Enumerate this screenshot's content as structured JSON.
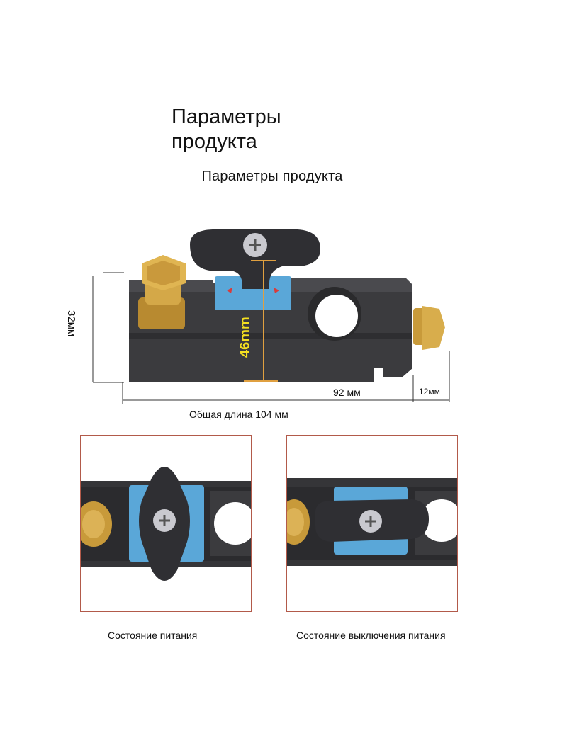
{
  "header": {
    "title_large": "Параметры продукта",
    "title_small": "Параметры продукта"
  },
  "dimensions": {
    "height_label": "32мм",
    "knob_label": "46mm",
    "body_length_label": "92 мм",
    "bolt_length_label": "12мм",
    "total_length_label": "Общая длина 104 мм"
  },
  "states": {
    "on_caption": "Состояние питания",
    "off_caption": "Состояние выключения питания"
  },
  "colors": {
    "body": "#3b3b3e",
    "brass": "#c89a3a",
    "label_blue": "#5aa7d8",
    "dimension_line": "#e0a040",
    "panel_border": "#b25a4a"
  }
}
